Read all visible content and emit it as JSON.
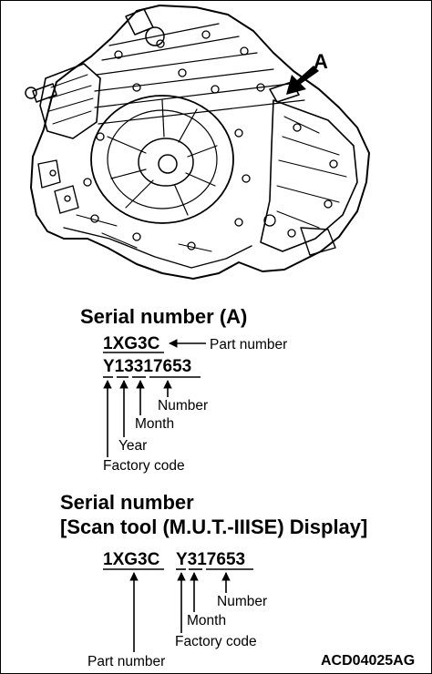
{
  "diagram": {
    "callout_label": "A",
    "section1": {
      "heading": "Serial number (A)",
      "code_line1": "1XG3C",
      "code_line2": "Y13317653",
      "labels": {
        "part_number": "Part number",
        "number": "Number",
        "month": "Month",
        "year": "Year",
        "factory_code": "Factory code"
      }
    },
    "section2": {
      "heading_line1": "Serial number",
      "heading_line2": "[Scan tool (M.U.T.-IIISE) Display]",
      "code_part1": "1XG3C",
      "code_part2": "Y317653",
      "labels": {
        "number": "Number",
        "month": "Month",
        "factory_code": "Factory code",
        "part_number": "Part number"
      }
    },
    "figure_id": "ACD04025AG"
  },
  "icons": {
    "illustration": "transmission-assembly-illustration",
    "pointer": "callout-arrow-icon"
  }
}
